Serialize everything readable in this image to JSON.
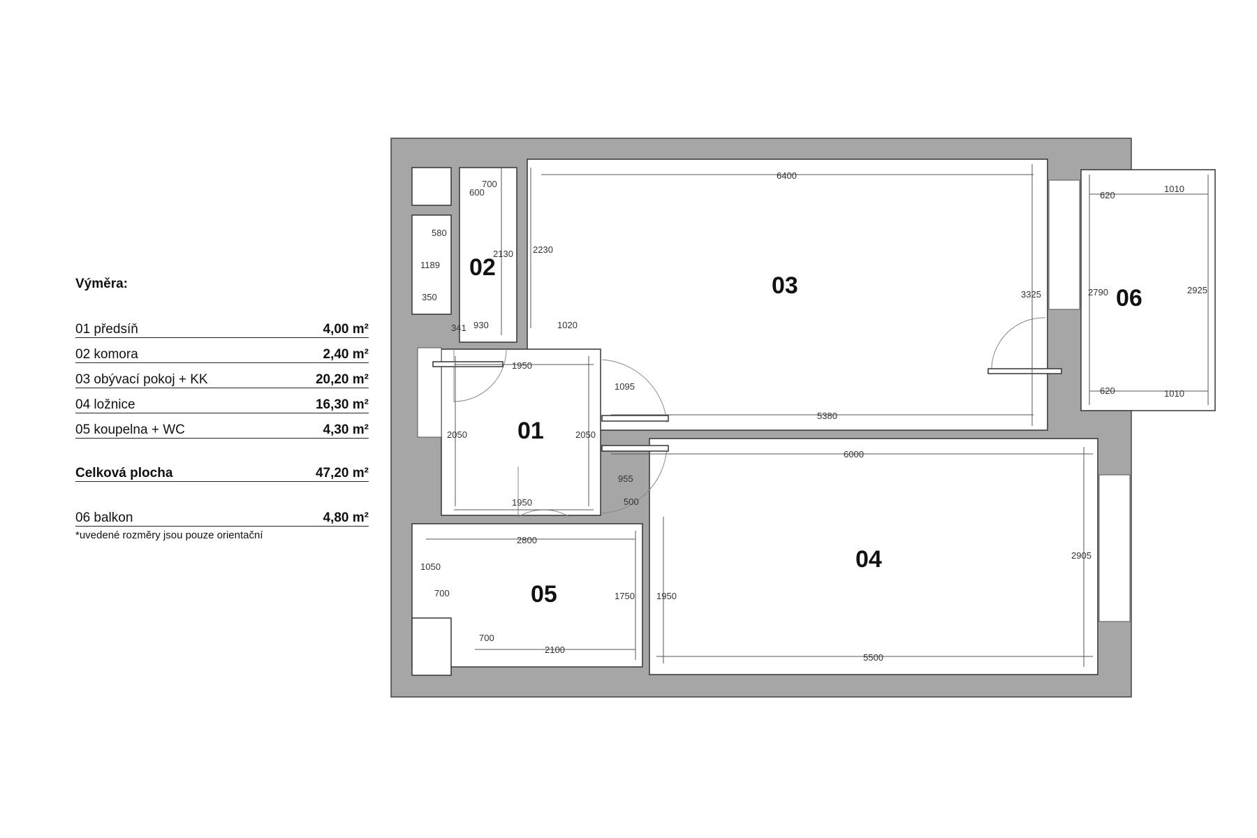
{
  "legend": {
    "title": "Výměra:",
    "rooms": [
      {
        "name": "01 předsíň",
        "area": "4,00 m²"
      },
      {
        "name": "02 komora",
        "area": "2,40 m²"
      },
      {
        "name": "03 obývací pokoj + KK",
        "area": "20,20 m²"
      },
      {
        "name": "04 ložnice",
        "area": "16,30 m²"
      },
      {
        "name": "05 koupelna + WC",
        "area": "4,30 m²"
      }
    ],
    "total": {
      "name": "Celková plocha",
      "area": "47,20 m²"
    },
    "balcony": {
      "name": "06 balkon",
      "area": "4,80 m²"
    },
    "note": "*uvedené rozměry jsou pouze orientační"
  },
  "plan": {
    "room_labels": {
      "r01": "01",
      "r02": "02",
      "r03": "03",
      "r04": "04",
      "r05": "05",
      "r06": "06"
    },
    "dimensions": {
      "d700_top": "700",
      "d600": "600",
      "d580": "580",
      "d1189": "1189",
      "d2130": "2130",
      "d350": "350",
      "d341": "341",
      "d930": "930",
      "d1020": "1020",
      "d2230": "2230",
      "d6400": "6400",
      "d3325": "3325",
      "d2790": "2790",
      "d620_top": "620",
      "d1010_top": "1010",
      "d2925": "2925",
      "d620_bot": "620",
      "d1010_bot": "1010",
      "d1950_top": "1950",
      "d1095": "1095",
      "d2050_left": "2050",
      "d2050_right": "2050",
      "d5380": "5380",
      "d6000": "6000",
      "d955": "955",
      "d1950_mid": "1950",
      "d500": "500",
      "d2800": "2800",
      "d1050": "1050",
      "d700_bath": "700",
      "d1750": "1750",
      "d1950_bed": "1950",
      "d2905": "2905",
      "d700_low": "700",
      "d2100": "2100",
      "d5500": "5500"
    }
  }
}
